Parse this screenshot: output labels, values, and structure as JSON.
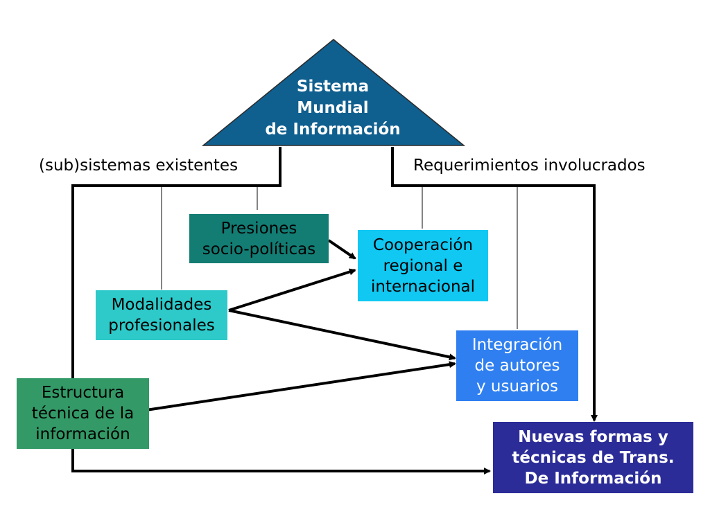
{
  "top": {
    "title": "Sistema\nMundial\nde Información"
  },
  "labels": {
    "left": "(sub)sistemas existentes",
    "right": "Requerimientos involucrados"
  },
  "boxes": {
    "presiones": "Presiones\nsocio-políticas",
    "cooperacion": "Cooperación\nregional e\ninternacional",
    "modalidades": "Modalidades\nprofesionales",
    "integracion": "Integración\nde autores\ny usuarios",
    "estructura": "Estructura\ntécnica de la\ninformación",
    "nuevas": "Nuevas formas y\ntécnicas de Trans.\nDe Información"
  },
  "colors": {
    "triangle": "#0f5f8f",
    "presiones": "#137d74",
    "cooperacion": "#10c8f2",
    "modalidades": "#2ec9c9",
    "integracion": "#2f7ff0",
    "estructura": "#339966",
    "nuevas": "#2c2c98"
  }
}
